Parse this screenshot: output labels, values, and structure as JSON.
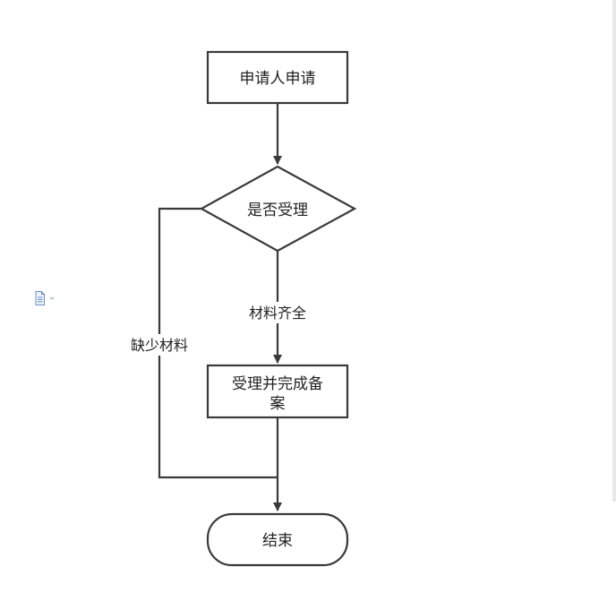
{
  "diagram": {
    "type": "flowchart",
    "nodes": {
      "apply": {
        "label": "申请人申请",
        "shape": "rectangle"
      },
      "decision": {
        "label": "是否受理",
        "shape": "diamond"
      },
      "accept": {
        "label_line1": "受理并完成备",
        "label_line2": "案",
        "shape": "rectangle"
      },
      "end": {
        "label": "结束",
        "shape": "rounded-terminal"
      }
    },
    "edges": {
      "complete": {
        "from": "decision",
        "to": "accept",
        "label": "材料齐全"
      },
      "missing": {
        "from": "decision",
        "to": "end",
        "label": "缺少材料"
      },
      "apply_to_decision": {
        "from": "apply",
        "to": "decision",
        "label": ""
      },
      "accept_to_end": {
        "from": "accept",
        "to": "end",
        "label": ""
      }
    },
    "colors": {
      "stroke": "#3a3a3a",
      "text": "#222222",
      "icon": "#6b8fc9"
    }
  },
  "icons": {
    "document": "document-icon",
    "dropdown": "chevron-down-icon"
  }
}
